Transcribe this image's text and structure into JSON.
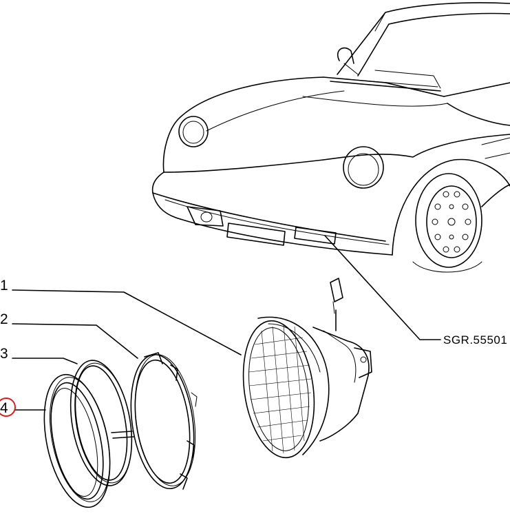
{
  "diagram": {
    "reference_code": "SGR.55501",
    "callouts": [
      {
        "number": "1",
        "part": "headlamp-unit"
      },
      {
        "number": "2",
        "part": "retaining-ring"
      },
      {
        "number": "3",
        "part": "adjusting-ring"
      },
      {
        "number": "4",
        "part": "trim-ring",
        "highlighted": true
      }
    ],
    "highlight_color": "#d81e1e",
    "line_color": "#000000"
  }
}
